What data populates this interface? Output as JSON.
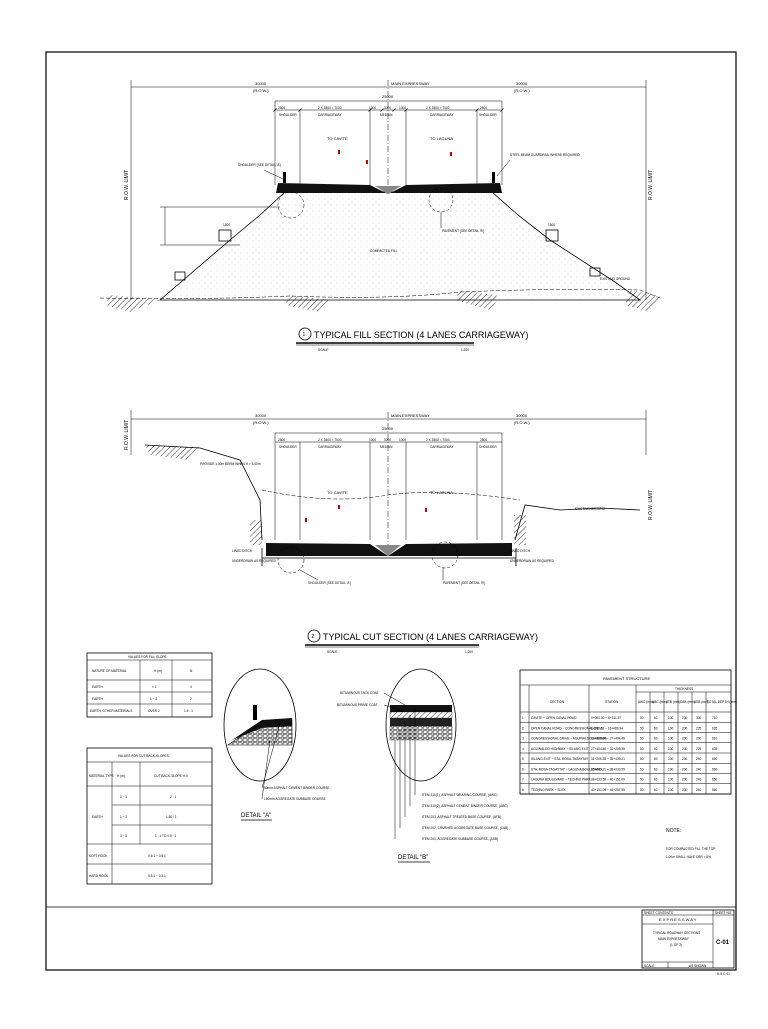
{
  "sheet": {
    "sheet_contents_label": "SHEET CONTENTS",
    "sheet_no_label": "SHEET NO.",
    "project": "E X P R E S S W A Y",
    "title_line1": "TYPICAL ROADWAY SECTIONS",
    "title_line2": "MAIN EXPRESSWAY",
    "title_line3": "(1 OF 3)",
    "scale_label": "SCALE",
    "scale_value": "AS SHOWN",
    "sheet_number": "C-01"
  },
  "fill_section": {
    "number": "1",
    "title": "TYPICAL FILL SECTION  (4 LANES CARRIAGEWAY)",
    "scale_label": "SCALE",
    "scale_value": "1:200",
    "main_label": "MAIN EXPRESSWAY",
    "row_left": "30000",
    "row_left_sub": "(R.O.W.)",
    "row_right": "30000",
    "row_right_sub": "(R.O.W.)",
    "total_width": "25000",
    "dims": [
      "2500",
      "2 X 3500 = 7000",
      "1000",
      "3000",
      "1000",
      "2 X 3500 = 7000",
      "2500"
    ],
    "lbl_shoulder_l": "SHOULDER",
    "lbl_carriageway_l": "CARRIAGEWAY",
    "lbl_median": "MEDIAN",
    "lbl_carriageway_r": "CARRIAGEWAY",
    "lbl_shoulder_r": "SHOULDER",
    "to_left": "TO CAVITE",
    "to_right": "TO LAGUNA",
    "row_limit": "R.O.W. LIMIT",
    "shoulder_note": "SHOULDER\n(SEE DETAIL 'A')",
    "guardrail_note": "STEEL BEAM\nGUARDRAIL WHERE\nREQUIRED",
    "pavement_note": "PAVEMENT\n(SEE DETAIL 'B')",
    "compacted_fill": "COMPACTED FILL",
    "existing_ground": "EXISTING GROUND",
    "berm": "1500"
  },
  "cut_section": {
    "number": "2",
    "title": "TYPICAL CUT SECTION  (4 LANES CARRIAGEWAY)",
    "scale_label": "SCALE",
    "scale_value": "1:200",
    "main_label": "MAIN EXPRESSWAY",
    "row_left": "30000",
    "row_left_sub": "(R.O.W.)",
    "row_right": "30000",
    "row_right_sub": "(R.O.W.)",
    "total_width": "25000",
    "provide_note": "PROVIDE 1.00m BERM\nWHEN H > 5.00m",
    "existing_ground": "EXISTING GROUND",
    "lined_ditch_l": "LINED DITCH",
    "underdrain_l": "UNDERDRAIN\nAS REQUIRED",
    "lined_ditch_r": "LINED DITCH",
    "underdrain_r": "UNDERDRAIN\nAS REQUIRED",
    "shoulder_note": "SHOULDER\n(SEE DETAIL 'A')",
    "pavement_note": "PAVEMENT\n(SEE DETAIL 'B')",
    "to_left": "TO CAVITE",
    "to_right": "TO LAGUNA"
  },
  "fill_slopes_table": {
    "title": "VALUES FOR FILL SLOPE",
    "headers": [
      "NATURE OF MATERIAL",
      "H\n(m)",
      "N"
    ],
    "rows": [
      [
        "EARTH",
        "< 1",
        "4"
      ],
      [
        "EARTH",
        "1 ~ 2",
        "2"
      ],
      [
        "EARTH, OTHER MATERIALS",
        "OVER 2",
        "1.5 : 1"
      ]
    ]
  },
  "cut_slopes_table": {
    "title": "VALUES FOR CUT BACK-SLOPES",
    "headers": [
      "MATERIAL TYPE",
      "H (m)",
      "CUT BACK-SLOPE  H:V"
    ],
    "rows": [
      [
        "EARTH",
        "0 ~ 1",
        "2 : 1"
      ],
      [
        "",
        "1 ~ 3",
        "1.50 : 1"
      ],
      [
        "",
        "3 ~ 5",
        "1 : 1  TO  0.5 : 1"
      ],
      [
        "SOFT ROCK",
        "",
        "0.5:1 ~ 0.5:1"
      ],
      [
        "HARD ROCK",
        "",
        "0.5:1 ~ 0.3:1"
      ]
    ]
  },
  "detail_a": {
    "title": "DETAIL \"A\"",
    "notes": [
      "50mm ASPHALT CEMENT BINDER COURSE",
      "150mm AGGREGATE SUBBASE COURSE"
    ]
  },
  "detail_b": {
    "title": "DETAIL \"B\"",
    "top_notes": [
      "BITUMINOUS TACK COAT",
      "BITUMINOUS PRIME COAT"
    ],
    "notes": [
      "ITEM 310(1), ASPHALT WEARING COURSE, (AWC)",
      "ITEM 310(2), ASPHALT CEMENT BINDER COURSE, (ABC)",
      "ITEM 203, ASPHALT TREATED BASE COURSE, (ATB)",
      "ITEM 202, CRUSHED AGGREGATE BASE COURSE, (CAB)",
      "ITEM 200, AGGREGATE SUBBASE COURSE, (ASB)"
    ]
  },
  "pavement_table": {
    "title": "PAVEMENT STRUCTURE",
    "thickness_label": "THICKNESS",
    "headers": [
      "",
      "SECTION",
      "STATION",
      "AWC\n(mm)",
      "ABC\n(mm)",
      "ATB\n(mm)",
      "CAB\n(mm)",
      "ASB\n(mm)",
      "TOTAL DEPTH\n(mm)"
    ],
    "rows": [
      [
        "1",
        "CAVITE ~ OPEN CANAL ROAD",
        "0+000.00 ~ 6+311.57",
        "50",
        "60",
        "100",
        "200",
        "300",
        "710"
      ],
      [
        "2",
        "OPEN CANAL ROAD ~ CONGRESSIONAL DRIVE",
        "6+311.57 ~ 16+489.94",
        "50",
        "60",
        "100",
        "200",
        "225",
        "635"
      ],
      [
        "3",
        "CONGRESSIONAL DRIVE ~ AGUINALDO HIGHWAY",
        "16+489.94 ~ 27+404.46",
        "50",
        "60",
        "100",
        "200",
        "200",
        "610"
      ],
      [
        "4",
        "AGUINALDO HIGHWAY ~ SILANG EXIT",
        "27+404.46 ~ 31+205.35",
        "50",
        "60",
        "100",
        "200",
        "225",
        "635"
      ],
      [
        "5",
        "SILANG EXIT ~ STA. ROSA-TAGAYTAY",
        "31+205.35 ~ 35+439.21",
        "50",
        "60",
        "100",
        "200",
        "240",
        "650"
      ],
      [
        "6",
        "STA. ROSA-TAGAYTAY ~ LAGUNA BOULEVARD",
        "35+439.21 ~ 38+033.59",
        "50",
        "60",
        "100",
        "200",
        "240",
        "660"
      ],
      [
        "7",
        "LAGUNA BOULEVARD ~ TECHNO PARK",
        "38+033.59 ~ 40+151.09",
        "50",
        "60",
        "100",
        "200",
        "240",
        "650"
      ],
      [
        "8",
        "TECHNO PARK ~ SLEX",
        "40+151.09 ~ 44+257.95",
        "50",
        "60",
        "100",
        "200",
        "240",
        "660"
      ]
    ]
  },
  "notes": {
    "heading": "NOTE:",
    "text_line1": "FOR COMPACTED FILL THE TOP",
    "text_line2": "1.00m SHALL HAVE CBR > 8%"
  },
  "stamp": "H-5 C-01"
}
